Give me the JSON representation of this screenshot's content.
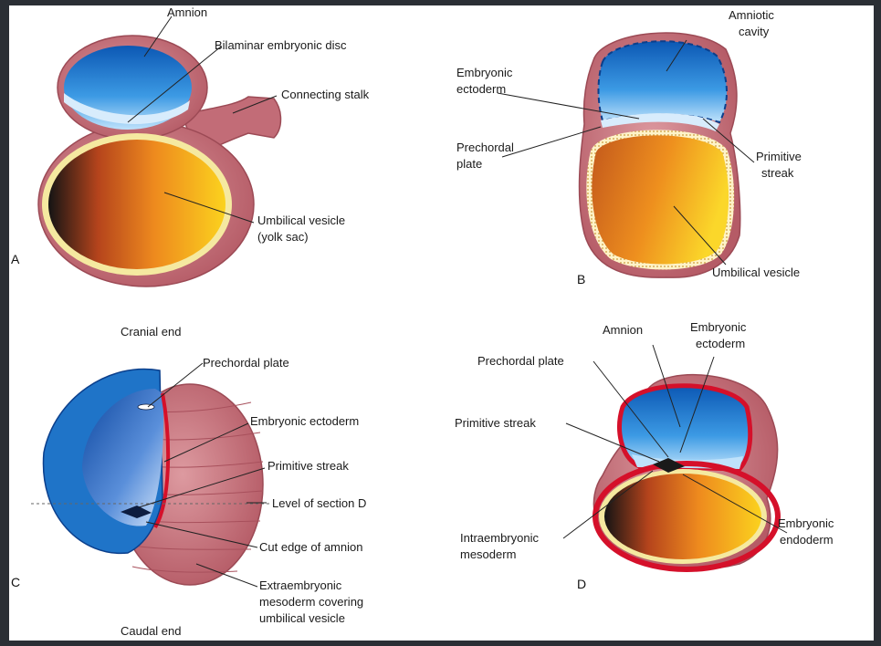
{
  "panels": {
    "A": {
      "letter": "A",
      "labels": {
        "amnion": "Amnion",
        "bilaminar": "Bilaminar embryonic disc",
        "stalk": "Connecting stalk",
        "yolk_1": "Umbilical vesicle",
        "yolk_2": "(yolk sac)"
      }
    },
    "B": {
      "letter": "B",
      "labels": {
        "cavity_1": "Amniotic",
        "cavity_2": "cavity",
        "ecto_1": "Embryonic",
        "ecto_2": "ectoderm",
        "prechordal_1": "Prechordal",
        "prechordal_2": "plate",
        "streak_1": "Primitive",
        "streak_2": "streak",
        "vesicle": "Umbilical vesicle"
      }
    },
    "C": {
      "letter": "C",
      "labels": {
        "cranial": "Cranial end",
        "prechordal": "Prechordal plate",
        "ecto": "Embryonic ectoderm",
        "streak": "Primitive streak",
        "level": "Level of section D",
        "cut": "Cut edge of amnion",
        "extra_1": "Extraembryonic",
        "extra_2": "mesoderm covering",
        "extra_3": "umbilical vesicle",
        "caudal": "Caudal end"
      }
    },
    "D": {
      "letter": "D",
      "labels": {
        "amnion": "Amnion",
        "ecto_1": "Embryonic",
        "ecto_2": "ectoderm",
        "prechordal": "Prechordal plate",
        "streak": "Primitive streak",
        "intra_1": "Intraembryonic",
        "intra_2": "mesoderm",
        "endo_1": "Embryonic",
        "endo_2": "endoderm"
      }
    }
  },
  "colors": {
    "tissue": "#c7717a",
    "tissue_edge": "#9c4a55",
    "amnion_blue": "#2e86d6",
    "yolk_orange": "#e8881e",
    "yolk_yellow": "#fbd21e",
    "mesoderm_red": "#d5102a",
    "endoderm_yellow": "#f5e9a0"
  }
}
